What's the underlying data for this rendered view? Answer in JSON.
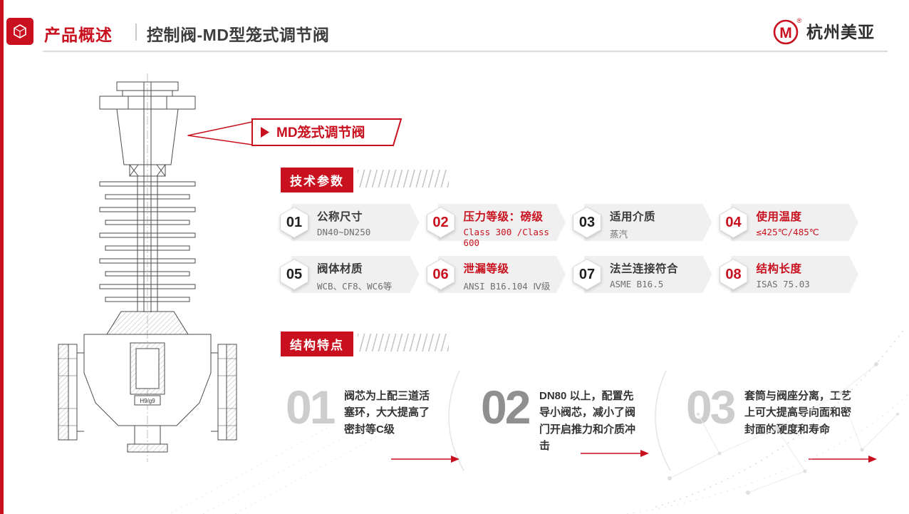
{
  "theme": {
    "accent_red": "#c8101e",
    "text_dark": "#3a3a3a",
    "value_gray": "#6f6f6f",
    "band_gray": "#f0f0f0",
    "feature_number_light": "#cdcdcd",
    "feature_number_dark": "#8f8f8f"
  },
  "header": {
    "title": "产品概述",
    "subtitle": "控制阀-MD型笼式调节阀",
    "brand_name": "杭州美亚",
    "brand_mark": "M",
    "brand_registered": "®"
  },
  "diagram": {
    "label": "MD笼式调节阀",
    "inner_annotation": "H9/g9"
  },
  "tech_params": {
    "section_title": "技术参数",
    "items": [
      {
        "num": "01",
        "label": "公称尺寸",
        "value": "DN40~DN250"
      },
      {
        "num": "02",
        "label": "压力等级：磅级",
        "value": "Class 300 /Class 600"
      },
      {
        "num": "03",
        "label": "适用介质",
        "value": "蒸汽"
      },
      {
        "num": "04",
        "label": "使用温度",
        "value": "≤425℃/485℃"
      },
      {
        "num": "05",
        "label": "阀体材质",
        "value": "WCB、CF8、WC6等"
      },
      {
        "num": "06",
        "label": "泄漏等级",
        "value": "ANSI B16.104 Ⅳ级"
      },
      {
        "num": "07",
        "label": "法兰连接符合",
        "value": "ASME B16.5"
      },
      {
        "num": "08",
        "label": "结构长度",
        "value": "ISAS 75.03"
      }
    ]
  },
  "features": {
    "section_title": "结构特点",
    "items": [
      {
        "num": "01",
        "text": "阀芯为上配三道活塞环，大大提高了密封等C级"
      },
      {
        "num": "02",
        "text": "DN80 以上，配置先导小阀芯，减小了阀门开启推力和介质冲击"
      },
      {
        "num": "03",
        "text": "套筒与阀座分离，工艺上可大提高导向面和密封面的硬度和寿命"
      }
    ]
  }
}
